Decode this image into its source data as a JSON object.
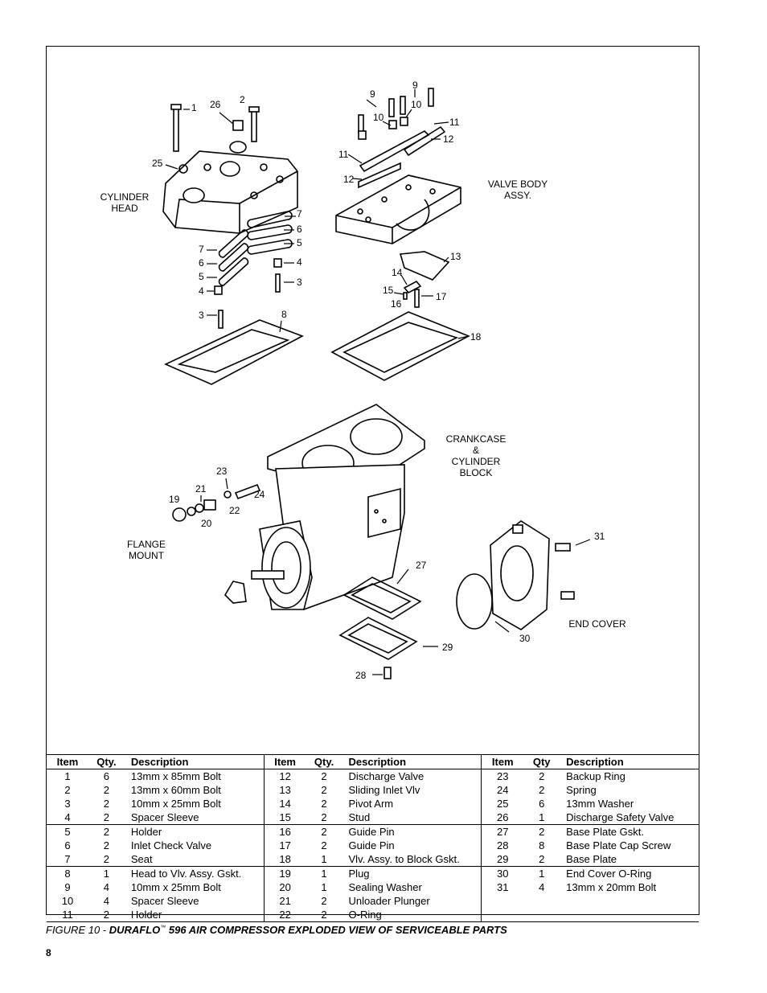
{
  "figure": {
    "callouts": {
      "c1": "1",
      "c26": "26",
      "c2": "2",
      "c25": "25",
      "c7a": "7",
      "c6a": "6",
      "c5a": "5",
      "c4a": "4",
      "c3a": "3",
      "c7b": "7",
      "c6b": "6",
      "c5b": "5",
      "c4b": "4",
      "c3b": "3",
      "c8": "8",
      "c9a": "9",
      "c9b": "9",
      "c10a": "10",
      "c10b": "10",
      "c11a": "11",
      "c11b": "11",
      "c12a": "12",
      "c12b": "12",
      "c13": "13",
      "c14": "14",
      "c15": "15",
      "c16": "16",
      "c17": "17",
      "c18": "18",
      "c23": "23",
      "c21": "21",
      "c19": "19",
      "c24": "24",
      "c22": "22",
      "c20": "20",
      "c27": "27",
      "c29": "29",
      "c28": "28",
      "c30": "30",
      "c31": "31"
    },
    "groups": {
      "cylinder_head": [
        "CYLINDER",
        "HEAD"
      ],
      "valve_body": [
        "VALVE BODY",
        "ASSY."
      ],
      "crankcase": [
        "CRANKCASE",
        "&",
        "CYLINDER",
        "BLOCK"
      ],
      "flange_mount": [
        "FLANGE",
        "MOUNT"
      ],
      "end_cover": "END COVER"
    }
  },
  "table": {
    "headers": [
      "Item",
      "Qty.",
      "Description",
      "Item",
      "Qty.",
      "Description",
      "Item",
      "Qty",
      "Description"
    ],
    "rows": [
      [
        "1",
        "6",
        "13mm x 85mm Bolt",
        "12",
        "2",
        "Discharge Valve",
        "23",
        "2",
        "Backup Ring"
      ],
      [
        "2",
        "2",
        "13mm x 60mm Bolt",
        "13",
        "2",
        "Sliding Inlet Vlv",
        "24",
        "2",
        "Spring"
      ],
      [
        "3",
        "2",
        "10mm x 25mm Bolt",
        "14",
        "2",
        "Pivot Arm",
        "25",
        "6",
        " 13mm Washer"
      ],
      [
        "4",
        "2",
        "Spacer Sleeve",
        "15",
        "2",
        "Stud",
        "26",
        "1",
        "Discharge Safety Valve"
      ],
      [
        "5",
        "2",
        "Holder",
        "16",
        "2",
        "Guide Pin",
        "27",
        "2",
        "Base Plate Gskt."
      ],
      [
        "6",
        "2",
        "Inlet Check Valve",
        "17",
        "2",
        "Guide Pin",
        "28",
        "8",
        "Base Plate Cap Screw"
      ],
      [
        "7",
        "2",
        "Seat",
        "18",
        "1",
        "Vlv. Assy. to Block Gskt.",
        "29",
        "2",
        "Base Plate"
      ],
      [
        "8",
        "1",
        "Head to Vlv. Assy. Gskt.",
        "19",
        "1",
        "Plug",
        "30",
        "1",
        "End Cover O-Ring"
      ],
      [
        "9",
        "4",
        "10mm x 25mm Bolt",
        "20",
        "1",
        "Sealing Washer",
        "31",
        "4",
        "13mm x 20mm Bolt"
      ],
      [
        "10",
        "4",
        "Spacer Sleeve",
        "21",
        "2",
        "Unloader Plunger",
        "",
        "",
        ""
      ],
      [
        "11",
        "2",
        "Holder",
        "22",
        "2",
        "O-Ring",
        "",
        "",
        ""
      ]
    ]
  },
  "caption": {
    "prefix": "FIGURE 10 - ",
    "brand": "DURAFLO",
    "tm": "™",
    "rest": " 596 AIR COMPRESSOR EXPLODED VIEW OF SERVICEABLE PARTS"
  },
  "page_number": "8"
}
